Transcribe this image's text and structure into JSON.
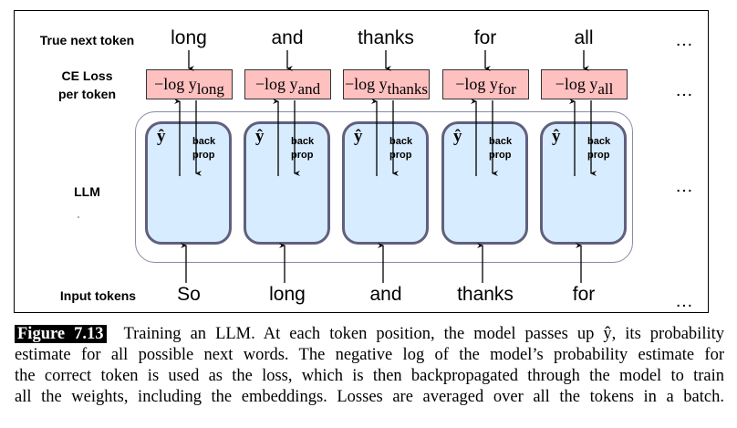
{
  "diagram": {
    "row_labels": {
      "true_next": "True next token",
      "ce_loss_line1": "CE Loss",
      "ce_loss_line2": "per token",
      "llm": "LLM",
      "input": "Input tokens"
    },
    "true_next_tokens": [
      "long",
      "and",
      "thanks",
      "for",
      "all"
    ],
    "loss_terms": [
      {
        "prefix": "−log y",
        "sub": "long"
      },
      {
        "prefix": "−log y",
        "sub": "and"
      },
      {
        "prefix": "−log y",
        "sub": "thanks"
      },
      {
        "prefix": "−log y",
        "sub": "for"
      },
      {
        "prefix": "−log y",
        "sub": "all"
      }
    ],
    "cell_labels": {
      "yhat": "ŷ",
      "backprop_line1": "back",
      "backprop_line2": "prop"
    },
    "input_tokens": [
      "So",
      "long",
      "and",
      "thanks",
      "for"
    ],
    "ellipsis": "…",
    "colors": {
      "loss_box_fill": "#ffc0c0",
      "cell_fill": "#d8ecff",
      "cell_border": "#60607e",
      "container_border": "#8a8aa6"
    }
  },
  "caption": {
    "label": "Figure 7.13",
    "lines": [
      "Training an LLM. At each token position, the model passes up ŷ, its probability",
      "estimate for all possible next words. The negative log of the model’s probability estimate for",
      "the correct token is used as the loss, which is then backpropagated through the model to train",
      "all the weights, including the embeddings. Losses are averaged over all the tokens in a batch."
    ]
  }
}
